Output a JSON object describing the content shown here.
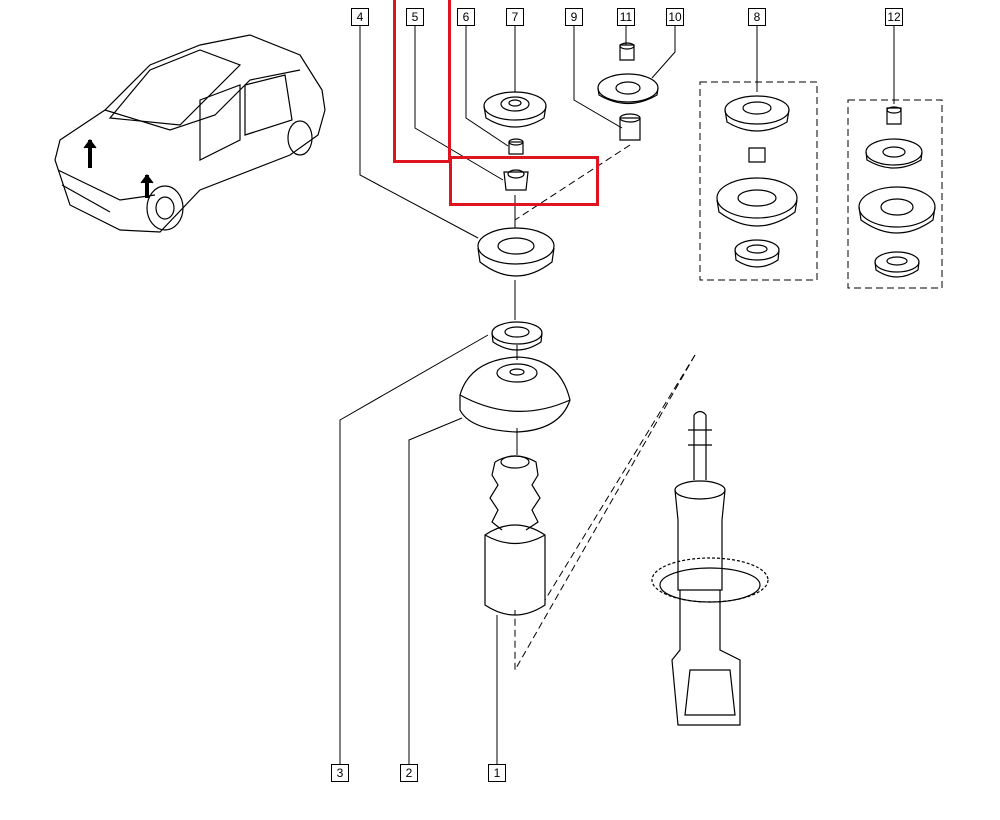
{
  "diagram": {
    "callouts": {
      "c1": "1",
      "c2": "2",
      "c3": "3",
      "c4": "4",
      "c5": "5",
      "c6": "6",
      "c7": "7",
      "c8": "8",
      "c9": "9",
      "c10": "10",
      "c11": "11",
      "c12": "12"
    },
    "highlight_color": "#e0141e"
  }
}
